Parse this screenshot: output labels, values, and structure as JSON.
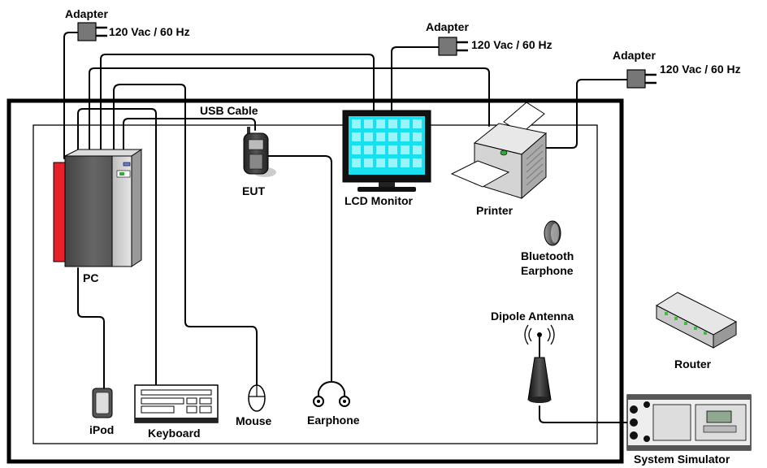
{
  "labels": {
    "adapter": "Adapter",
    "power": "120 Vac / 60 Hz",
    "usb_cable": "USB Cable",
    "pc": "PC",
    "eut": "EUT",
    "lcd_monitor": "LCD Monitor",
    "printer": "Printer",
    "bluetooth_line1": "Bluetooth",
    "bluetooth_line2": "Earphone",
    "dipole_antenna": "Dipole Antenna",
    "router": "Router",
    "system_simulator": "System Simulator",
    "ipod": "iPod",
    "keyboard": "Keyboard",
    "mouse": "Mouse",
    "earphone": "Earphone"
  },
  "colors": {
    "pc_accent": "#e8202a",
    "monitor_screen": "#19e0f0",
    "router_led": "#3fbf3f"
  }
}
